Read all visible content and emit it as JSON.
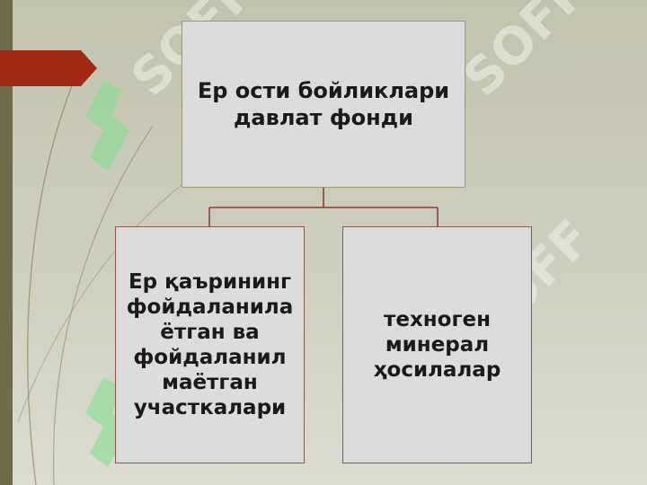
{
  "diagram": {
    "root": {
      "label": "Ер ости бойликлари\nдавлат фонди"
    },
    "children": [
      {
        "label": "Ер қаърининг\nфойдаланила\nётган ва\nфойдаланил\nмаётган\nучасткалари"
      },
      {
        "label": "техноген\nминерал\nҳосилалар"
      }
    ]
  },
  "watermark": {
    "text": "SOFF"
  },
  "colors": {
    "background": "#c6c6b4",
    "box_fill": "#dcdcdc",
    "connector": "#8b3a2a",
    "arrow_tab": "#a02a14",
    "watermark": "#7fe08a"
  }
}
